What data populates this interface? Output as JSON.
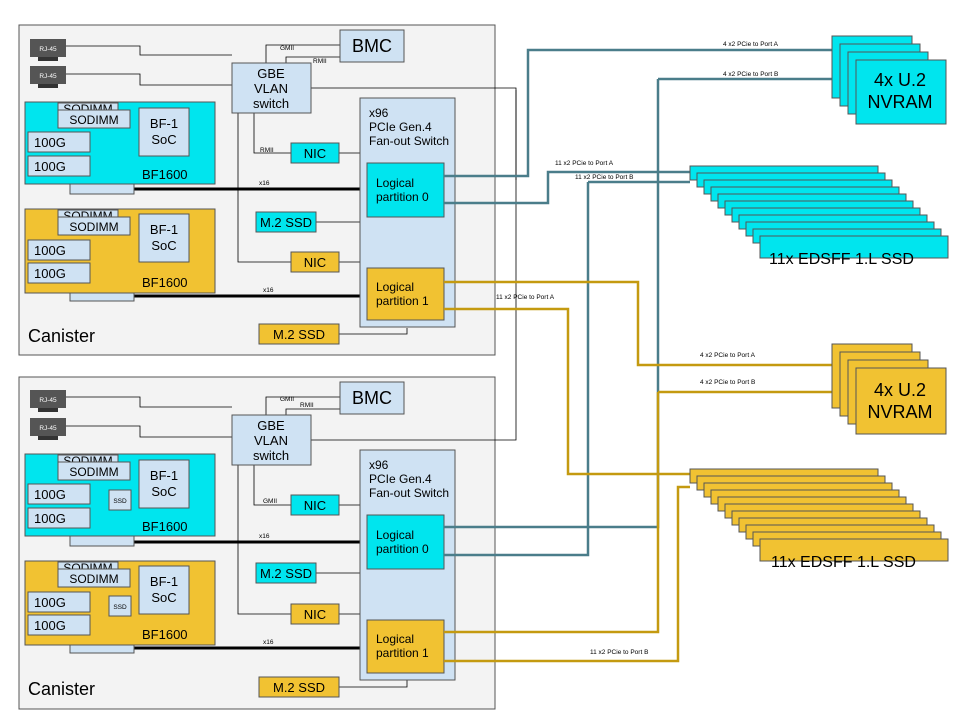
{
  "colors": {
    "cyan": "#00e5ee",
    "gold": "#f1c232",
    "lightblue": "#cfe2f3",
    "darkgray": "#555555",
    "teal_link": "#4a7d8a",
    "gold_link": "#c49a10",
    "canister_bg": "#f3f3f3"
  },
  "canisters": [
    {
      "label": "Canister",
      "rj45": [
        "RJ-45",
        "RJ-45"
      ],
      "bmc": "BMC",
      "gmii": "GMII",
      "rmii": "RMII",
      "switch": [
        "GBE",
        "VLAN",
        "switch"
      ],
      "bf_top": {
        "sodimm": [
          "SODIMM",
          "SODIMM"
        ],
        "soc": [
          "BF-1",
          "SoC"
        ],
        "ports": [
          "100G",
          "100G"
        ],
        "name": "BF1600"
      },
      "bf_bottom": {
        "sodimm": [
          "SODIMM",
          "SODIMM"
        ],
        "soc": [
          "BF-1",
          "SoC"
        ],
        "ports": [
          "100G",
          "100G"
        ],
        "name": "BF1600"
      },
      "nic1_label": "RMII",
      "nic1": "NIC",
      "nic2": "NIC",
      "m2_1": "M.2 SSD",
      "m2_2": "M.2 SSD",
      "x16": [
        "x16",
        "x16"
      ],
      "pcie_switch": [
        "x96",
        "PCIe Gen.4",
        "Fan-out Switch"
      ],
      "lp0": [
        "Logical",
        "partition 0"
      ],
      "lp1": [
        "Logical",
        "partition 1"
      ]
    },
    {
      "label": "Canister",
      "rj45": [
        "RJ-45",
        "RJ-45"
      ],
      "bmc": "BMC",
      "gmii": "GMII",
      "rmii": "RMII",
      "switch": [
        "GBE",
        "VLAN",
        "switch"
      ],
      "bf_top": {
        "sodimm": [
          "SODIMM",
          "SODIMM"
        ],
        "soc": [
          "BF-1",
          "SoC"
        ],
        "ports": [
          "100G",
          "100G"
        ],
        "ssd": "SSD",
        "name": "BF1600"
      },
      "bf_bottom": {
        "sodimm": [
          "SODIMM",
          "SODIMM"
        ],
        "soc": [
          "BF-1",
          "SoC"
        ],
        "ports": [
          "100G",
          "100G"
        ],
        "ssd": "SSD",
        "name": "BF1600"
      },
      "nic1_label": "GMII",
      "nic1": "NIC",
      "nic2": "NIC",
      "m2_1": "M.2 SSD",
      "m2_2": "M.2 SSD",
      "x16": [
        "x16",
        "x16"
      ],
      "pcie_switch": [
        "x96",
        "PCIe Gen.4",
        "Fan-out Switch"
      ],
      "lp0": [
        "Logical",
        "partition 0"
      ],
      "lp1": [
        "Logical",
        "partition 1"
      ]
    }
  ],
  "storage": {
    "nvram_top": [
      "4x U.2",
      "NVRAM"
    ],
    "ssd_top": "11x EDSFF 1.L SSD",
    "nvram_bottom": [
      "4x U.2",
      "NVRAM"
    ],
    "ssd_bottom": "11x EDSFF 1.L SSD"
  },
  "links": {
    "l1": "4 x2 PCie to Port A",
    "l2": "4 x2 PCie to Port B",
    "l3": "11 x2 PCie to Port A",
    "l4": "11 x2 PCie to Port B",
    "l5": "11 x2 PCie to Port A",
    "l6": "4 x2 PCie to Port A",
    "l7": "4 x2 PCie to Port B",
    "l8": "11 x2 PCie to Port B"
  }
}
